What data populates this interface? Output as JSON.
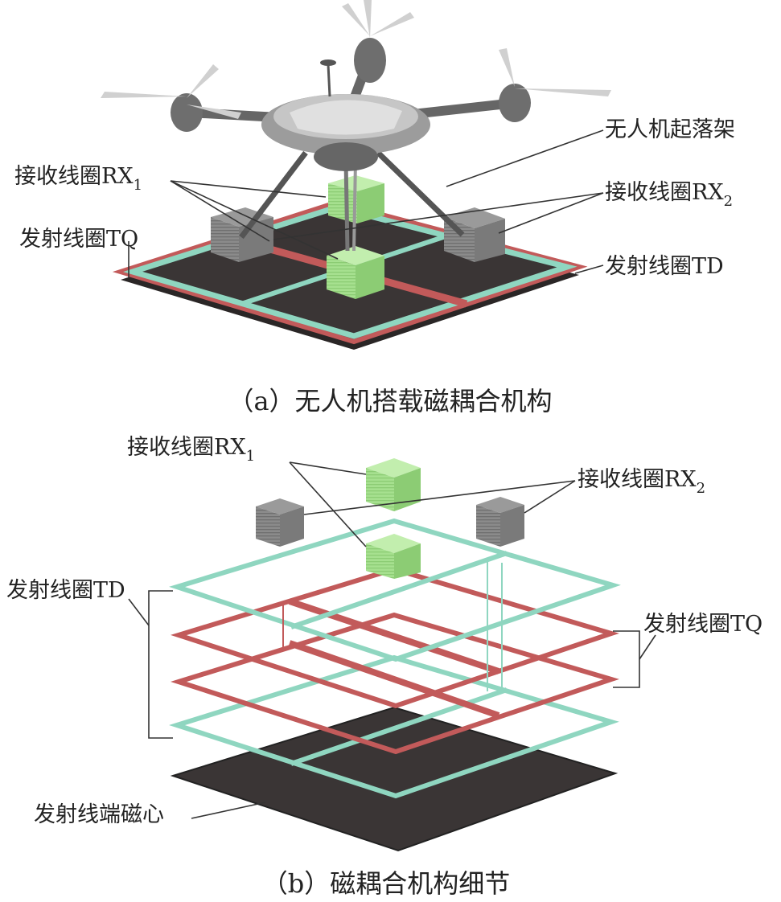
{
  "colors": {
    "tq": "#c25a5a",
    "td": "#8fd6c0",
    "core": "#3a3535",
    "core_edge": "#222222",
    "rx1": "#a6e08f",
    "rx2": "#8b8b8b",
    "drone_body": "#bfbfbf",
    "drone_dark": "#555555",
    "leader": "#333333"
  },
  "panel_a": {
    "caption": "（a）无人机搭载磁耦合机构",
    "labels": {
      "landing_gear": "无人机起落架",
      "rx1": "接收线圈RX",
      "rx1_sub": "1",
      "rx2": "接收线圈RX",
      "rx2_sub": "2",
      "tq": "发射线圈TQ",
      "td": "发射线圈TD"
    }
  },
  "panel_b": {
    "caption": "（b）磁耦合机构细节",
    "labels": {
      "rx1": "接收线圈RX",
      "rx1_sub": "1",
      "rx2": "接收线圈RX",
      "rx2_sub": "2",
      "td": "发射线圈TD",
      "tq": "发射线圈TQ",
      "core": "发射线端磁心"
    }
  }
}
